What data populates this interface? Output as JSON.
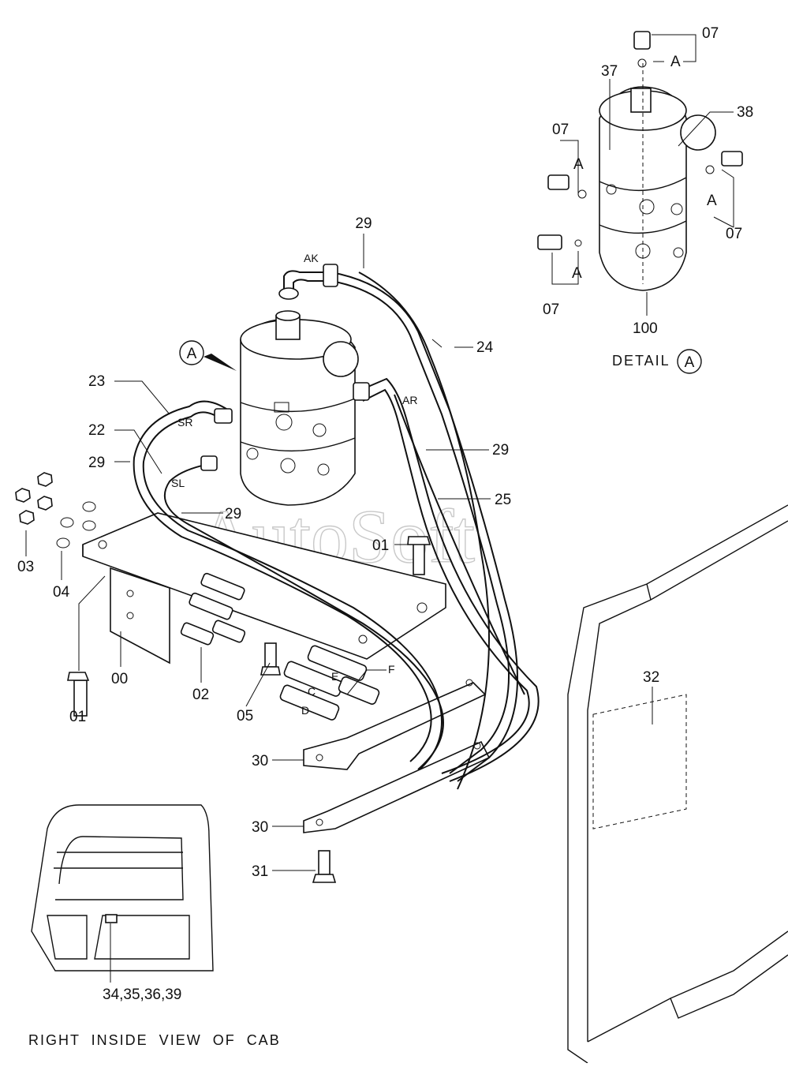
{
  "watermark": "AutoSoft",
  "callouts": {
    "p29_top": "29",
    "p24": "24",
    "p29_right": "29",
    "p25": "25",
    "p23": "23",
    "p22": "22",
    "p29_left": "29",
    "p29_mid": "29",
    "p03": "03",
    "p04": "04",
    "p00": "00",
    "p01_left": "01",
    "p02": "02",
    "p05": "05",
    "p01_mid": "01",
    "p30_upper": "30",
    "p30_lower": "30",
    "p31": "31",
    "p32": "32",
    "pF": "F",
    "p07_a": "07",
    "p07_b": "07",
    "p07_c": "07",
    "p07_d": "07",
    "p37": "37",
    "p38": "38",
    "p100": "100",
    "p34_39": "34,35,36,39"
  },
  "port_labels": {
    "ak": "AK",
    "ar": "AR",
    "sr": "SR",
    "sl": "SL",
    "c": "C",
    "d": "D",
    "e": "E",
    "a1": "A",
    "a2": "A",
    "a3": "A",
    "a4": "A"
  },
  "detail_marker": "A",
  "detail_caption": "DETAIL",
  "detail_caption_marker": "A",
  "cab_caption": "RIGHT  INSIDE  VIEW  OF  CAB"
}
